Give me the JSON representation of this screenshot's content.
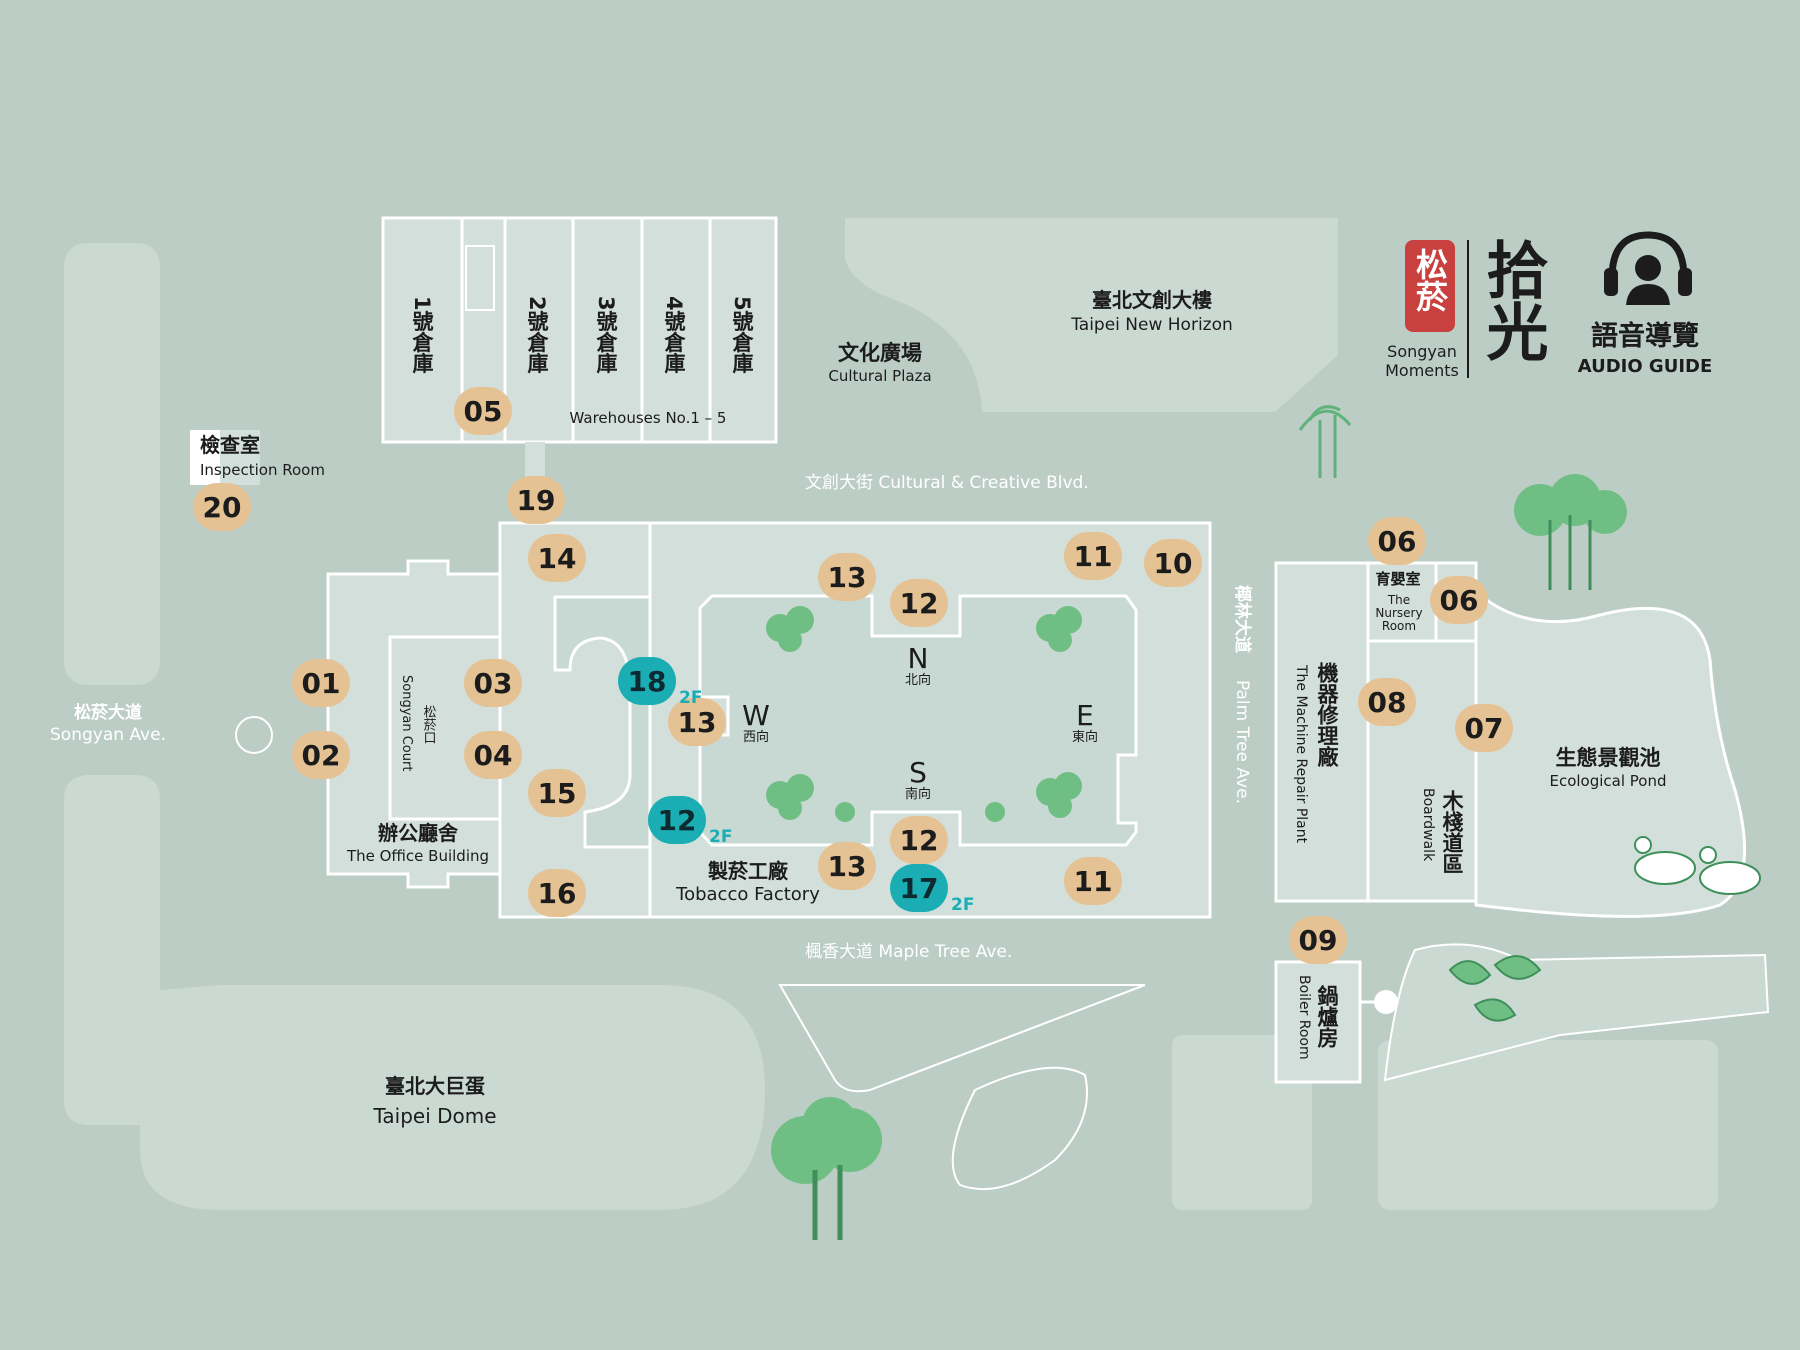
{
  "logo": {
    "seal": "松菸",
    "title": "拾光",
    "subtitle_line1": "Songyan",
    "subtitle_line2": "Moments",
    "audio_zh": "語音導覽",
    "audio_en": "AUDIO GUIDE",
    "seal_color": "#c9413e"
  },
  "colors": {
    "background": "#bccdc6",
    "block": "#d3dfda",
    "building": "#c8d8d2",
    "marker": "#e5c293",
    "marker_2f": "#1aaeb4",
    "tree": "#5fb37a"
  },
  "roads": {
    "cultural_blvd": "文創大街  Cultural & Creative Blvd.",
    "maple_ave": "楓香大道  Maple Tree Ave.",
    "palm_zh": "椰林大道",
    "palm_en": "Palm Tree Ave.",
    "songyan_ave_zh": "松菸大道",
    "songyan_ave_en": "Songyan Ave."
  },
  "places": {
    "inspection_zh": "檢查室",
    "inspection_en": "Inspection Room",
    "warehouses_en": "Warehouses No.1 – 5",
    "warehouse_1": "1號倉庫",
    "warehouse_2": "2號倉庫",
    "warehouse_3": "3號倉庫",
    "warehouse_4": "4號倉庫",
    "warehouse_5": "5號倉庫",
    "plaza_zh": "文化廣場",
    "plaza_en": "Cultural Plaza",
    "horizon_zh": "臺北文創大樓",
    "horizon_en": "Taipei New Horizon",
    "office_zh": "辦公廳舍",
    "office_en": "The Office Building",
    "court_zh": "松菸口",
    "court_en": "Songyan Court",
    "factory_zh": "製菸工廠",
    "factory_en": "Tobacco Factory",
    "nursery_zh": "育嬰室",
    "nursery_en_1": "The",
    "nursery_en_2": "Nursery",
    "nursery_en_3": "Room",
    "machine_zh": "機器修理廠",
    "machine_en": "The Machine Repair Plant",
    "boardwalk_zh": "木棧道區",
    "boardwalk_en": "Boardwalk",
    "pond_zh": "生態景觀池",
    "pond_en": "Ecological Pond",
    "boiler_zh": "鍋爐房",
    "boiler_en": "Boiler Room",
    "dome_zh": "臺北大巨蛋",
    "dome_en": "Taipei Dome"
  },
  "compass": {
    "n": "N",
    "n_zh": "北向",
    "s": "S",
    "s_zh": "南向",
    "w": "W",
    "w_zh": "西向",
    "e": "E",
    "e_zh": "東向"
  },
  "floor_label": "2F",
  "markers": [
    {
      "id": "m01",
      "label": "01",
      "floor": ""
    },
    {
      "id": "m02",
      "label": "02",
      "floor": ""
    },
    {
      "id": "m03",
      "label": "03",
      "floor": ""
    },
    {
      "id": "m04",
      "label": "04",
      "floor": ""
    },
    {
      "id": "m05",
      "label": "05",
      "floor": ""
    },
    {
      "id": "m06a",
      "label": "06",
      "floor": ""
    },
    {
      "id": "m06b",
      "label": "06",
      "floor": ""
    },
    {
      "id": "m07",
      "label": "07",
      "floor": ""
    },
    {
      "id": "m08",
      "label": "08",
      "floor": ""
    },
    {
      "id": "m09",
      "label": "09",
      "floor": ""
    },
    {
      "id": "m10",
      "label": "10",
      "floor": ""
    },
    {
      "id": "m11a",
      "label": "11",
      "floor": ""
    },
    {
      "id": "m11b",
      "label": "11",
      "floor": ""
    },
    {
      "id": "m12a",
      "label": "12",
      "floor": ""
    },
    {
      "id": "m12b",
      "label": "12",
      "floor": ""
    },
    {
      "id": "m12c",
      "label": "12",
      "floor": "2F"
    },
    {
      "id": "m13a",
      "label": "13",
      "floor": ""
    },
    {
      "id": "m13b",
      "label": "13",
      "floor": ""
    },
    {
      "id": "m13c",
      "label": "13",
      "floor": ""
    },
    {
      "id": "m14",
      "label": "14",
      "floor": ""
    },
    {
      "id": "m15",
      "label": "15",
      "floor": ""
    },
    {
      "id": "m16",
      "label": "16",
      "floor": ""
    },
    {
      "id": "m17",
      "label": "17",
      "floor": "2F"
    },
    {
      "id": "m18",
      "label": "18",
      "floor": "2F"
    },
    {
      "id": "m19",
      "label": "19",
      "floor": ""
    },
    {
      "id": "m20",
      "label": "20",
      "floor": ""
    }
  ]
}
